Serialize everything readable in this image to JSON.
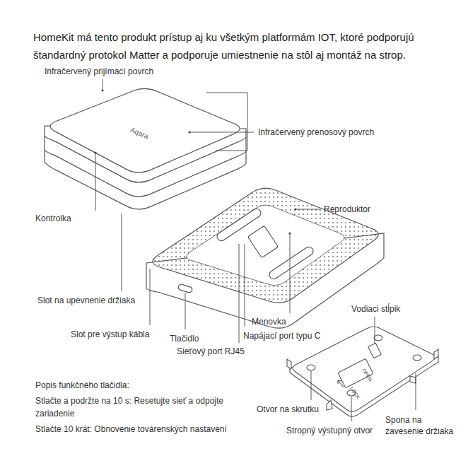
{
  "diagram": {
    "labels": [
      "HomeKit má tento produkt prístup aj ku všetkým platformám IOT, ktoré podporujú štandardný protokol Matter a podporuje umiestnenie na stôl aj montáž na strop.",
      "Infračervený prijímací povrch",
      "Aqara",
      "Infračervený prenosový povrch",
      "Kontrolka",
      "Reproduktor",
      "Slot na upevnenie držiaka",
      "Menovka",
      "Vodiaci stĺpik",
      "Slot pre výstup kábla",
      "Tlačidlo",
      "Napájací port typu C",
      "Sieťový port RJ45",
      "Otvor na skrutku",
      "Spona na zavesenie držiaka",
      "Stropný výstupný otvor",
      "Popis funkčného tlačidla:",
      "Stlačte a podržte na 10 s: Resetujte sieť a odpojte zariadenie",
      "Stlačte 10 krát: Obnovenie továrenských nastavení",
      "OPEN",
      "LOCK"
    ]
  }
}
